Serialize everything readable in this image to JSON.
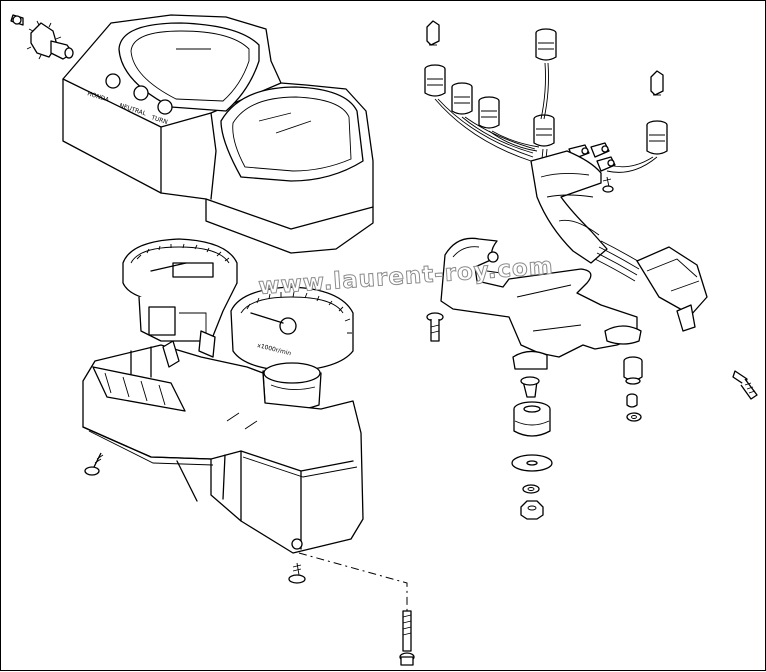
{
  "watermark": "www.laurent-roy.com",
  "housing_labels": {
    "left": "HONDA",
    "middle": "NEUTRAL",
    "right": "TURN"
  },
  "tach_multiplier": "x1000r/min"
}
